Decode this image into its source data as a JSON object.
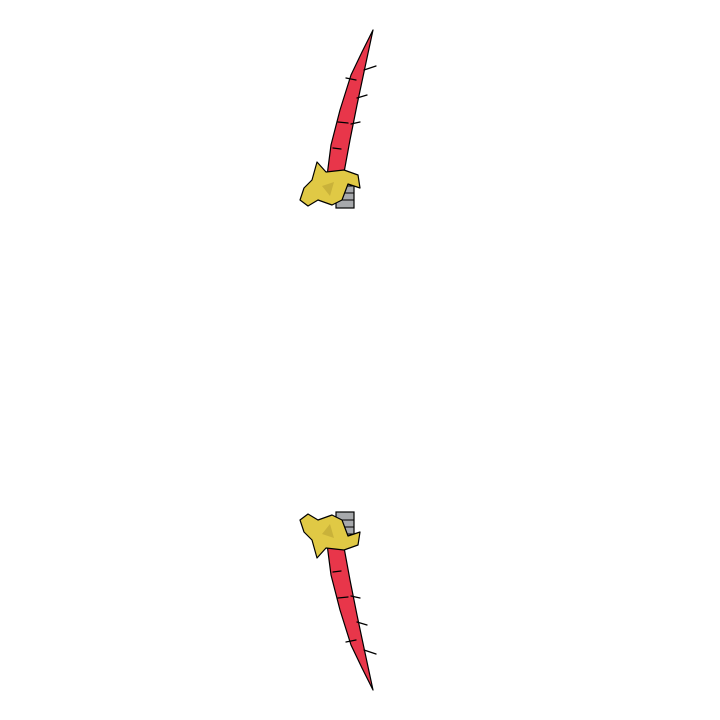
{
  "scene": {
    "background_color": "#ffffff",
    "asset": "crimson-serrated-blade",
    "frames": [
      {
        "id": "frame-upright",
        "orientation": "upright"
      },
      {
        "id": "frame-inverted",
        "orientation": "vertically-mirrored"
      }
    ]
  },
  "palette": {
    "blade": "#e8364a",
    "guard": "#e0c945",
    "guard_shadow": "#c9b23a",
    "grip": "#a7a9ac",
    "outline": "#000000"
  }
}
